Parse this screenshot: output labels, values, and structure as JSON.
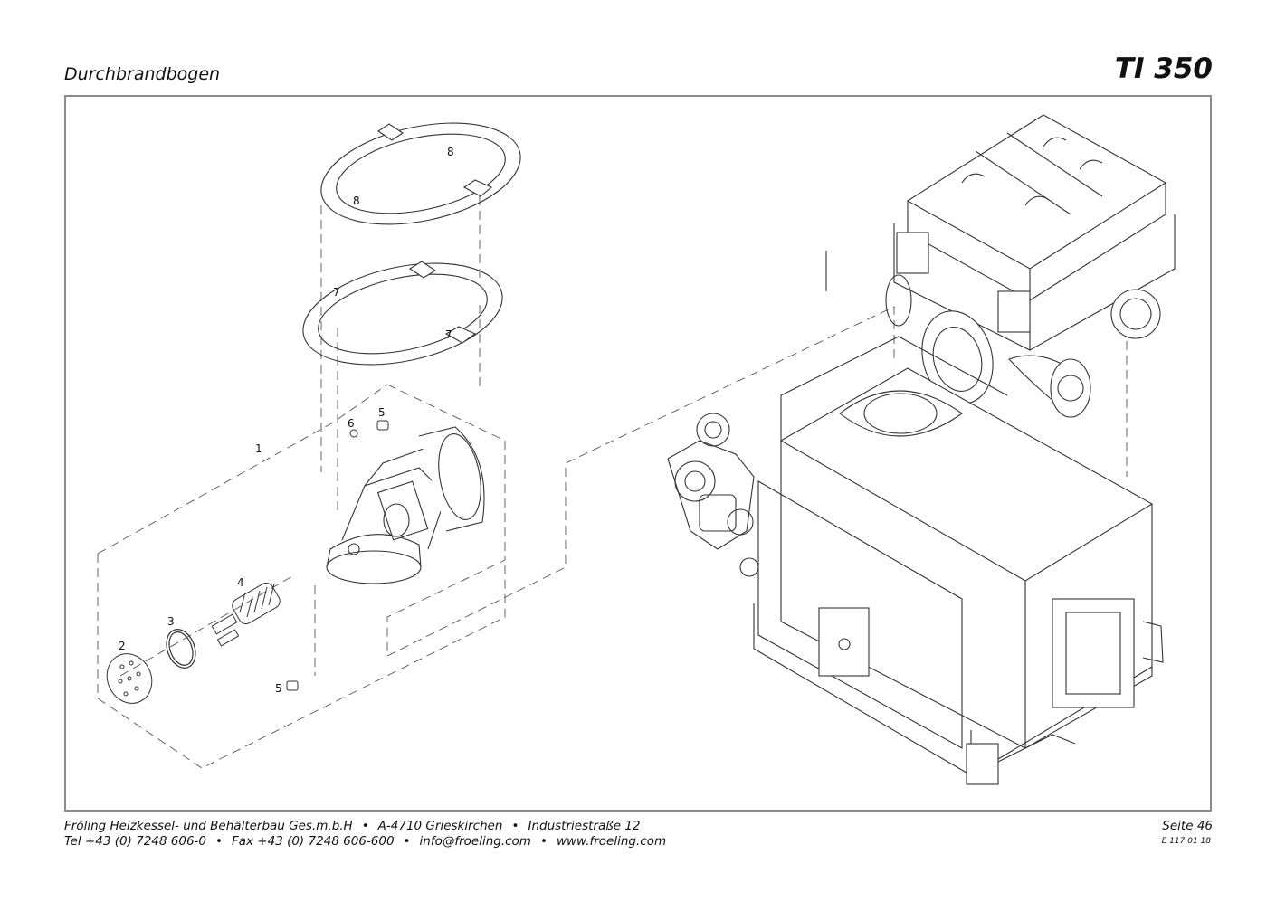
{
  "header": {
    "section_title": "Durchbrandbogen",
    "model": "TI 350"
  },
  "diagram": {
    "part_labels": [
      {
        "id": "8a",
        "text": "8"
      },
      {
        "id": "8b",
        "text": "8"
      },
      {
        "id": "7a",
        "text": "7"
      },
      {
        "id": "7b",
        "text": "7"
      },
      {
        "id": "6",
        "text": "6"
      },
      {
        "id": "5a",
        "text": "5"
      },
      {
        "id": "1",
        "text": "1"
      },
      {
        "id": "4",
        "text": "4"
      },
      {
        "id": "3",
        "text": "3"
      },
      {
        "id": "2",
        "text": "2"
      },
      {
        "id": "5b",
        "text": "5"
      }
    ]
  },
  "footer": {
    "company": "Fröling Heizkessel- und Behälterbau Ges.m.b.H",
    "city": "A-4710 Grieskirchen",
    "street": "Industriestraße 12",
    "tel": "Tel +43 (0) 7248 606-0",
    "fax": "Fax +43 (0) 7248 606-600",
    "email": "info@froeling.com",
    "web": "www.froeling.com",
    "page": "Seite 46",
    "doc_number": "E 117 01 18"
  }
}
